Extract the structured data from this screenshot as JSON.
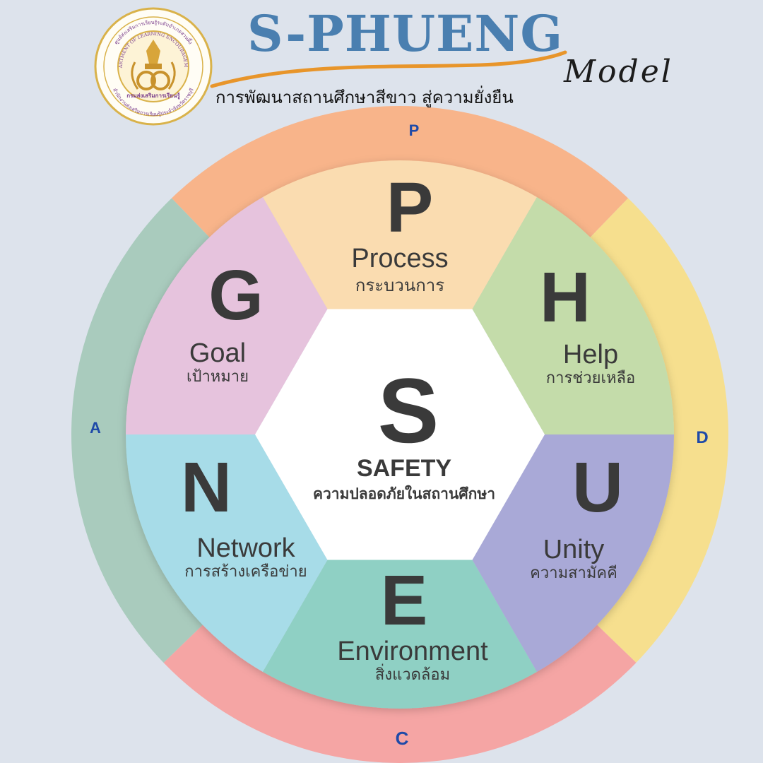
{
  "header": {
    "title": "S-PHUENG",
    "model_label": "Model",
    "subtitle": "การพัฒนาสถานศึกษาสีขาว สู่ความยั่งยืน"
  },
  "logo": {
    "top_text": "ศูนย์ส่งเสริมการเรียนรู้ระดับอำเภอสวนผึ้ง",
    "english_text": "DEPARTMENT OF LEARNING ENCOURAGEMENT",
    "name_text": "กรมส่งเสริมการเรียนรู้",
    "bottom_text": "สำนักงานส่งเสริมการเรียนรู้ประจำจังหวัดราชบุรี"
  },
  "center": {
    "letter": "S",
    "name": "SAFETY",
    "thai": "ความปลอดภัยในสถานศึกษา",
    "color": "#ffffff"
  },
  "segments": [
    {
      "letter": "P",
      "name": "Process",
      "thai": "กระบวนการ",
      "color": "#fadcb0"
    },
    {
      "letter": "H",
      "name": "Help",
      "thai": "การช่วยเหลือ",
      "color": "#c4dcaa"
    },
    {
      "letter": "U",
      "name": "Unity",
      "thai": "ความสามัคคี",
      "color": "#a9a9d7"
    },
    {
      "letter": "E",
      "name": "Environment",
      "thai": "สิ่งแวดล้อม",
      "color": "#8fd0c4"
    },
    {
      "letter": "N",
      "name": "Network",
      "thai": "การสร้างเครือข่าย",
      "color": "#a7dce8"
    },
    {
      "letter": "G",
      "name": "Goal",
      "thai": "เป้าหมาย",
      "color": "#e6c3dd"
    }
  ],
  "cycle": [
    {
      "label": "P",
      "color": "#f8b48a"
    },
    {
      "label": "D",
      "color": "#f6df8e"
    },
    {
      "label": "C",
      "color": "#f5a5a4"
    },
    {
      "label": "A",
      "color": "#a9cbbd"
    }
  ],
  "colors": {
    "title_blue": "#4a7fb0",
    "cycle_label_blue": "#1f4aa8",
    "letter_dark": "#3a3a3a",
    "swoosh_orange": "#e8952a",
    "background": "#dde3ec"
  }
}
